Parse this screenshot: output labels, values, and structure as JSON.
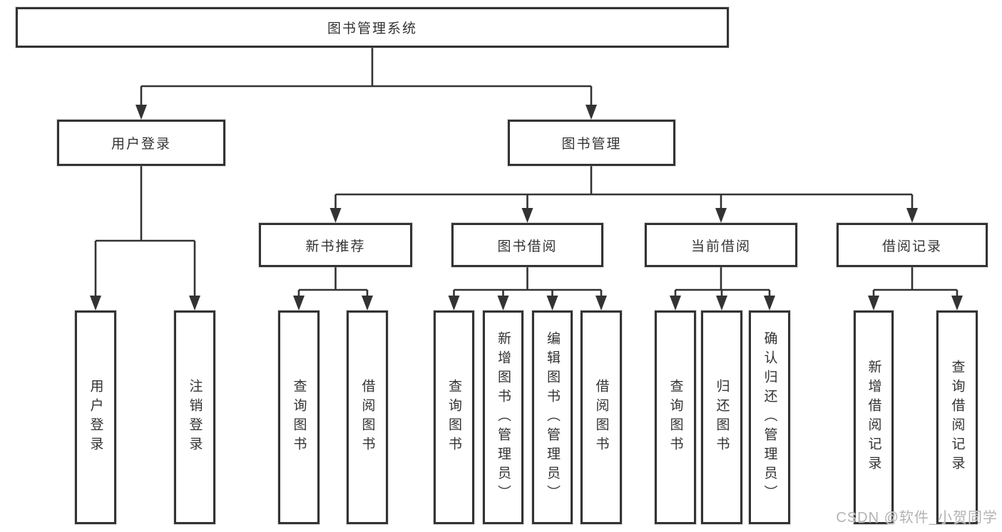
{
  "diagram": {
    "root": {
      "label": "图书管理系统",
      "children": [
        {
          "label": "用户登录",
          "children": [
            {
              "label": "用户登录"
            },
            {
              "label": "注销登录"
            }
          ]
        },
        {
          "label": "图书管理",
          "children": [
            {
              "label": "新书推荐",
              "children": [
                {
                  "label": "查询图书"
                },
                {
                  "label": "借阅图书"
                }
              ]
            },
            {
              "label": "图书借阅",
              "children": [
                {
                  "label": "查询图书"
                },
                {
                  "label": "新增图书（管理员）"
                },
                {
                  "label": "编辑图书（管理员）"
                },
                {
                  "label": "借阅图书"
                }
              ]
            },
            {
              "label": "当前借阅",
              "children": [
                {
                  "label": "查询图书"
                },
                {
                  "label": "归还图书"
                },
                {
                  "label": "确认归还（管理员）"
                }
              ]
            },
            {
              "label": "借阅记录",
              "children": [
                {
                  "label": "新增借阅记录"
                },
                {
                  "label": "查询借阅记录"
                }
              ]
            }
          ]
        }
      ]
    },
    "watermark": "CSDN @软件_小贺同学",
    "colors": {
      "line": "#333333",
      "box_border": "#333333",
      "box_bg": "#ffffff",
      "text": "#333333",
      "watermark": "#b3b3b3",
      "background": "#ffffff"
    }
  }
}
